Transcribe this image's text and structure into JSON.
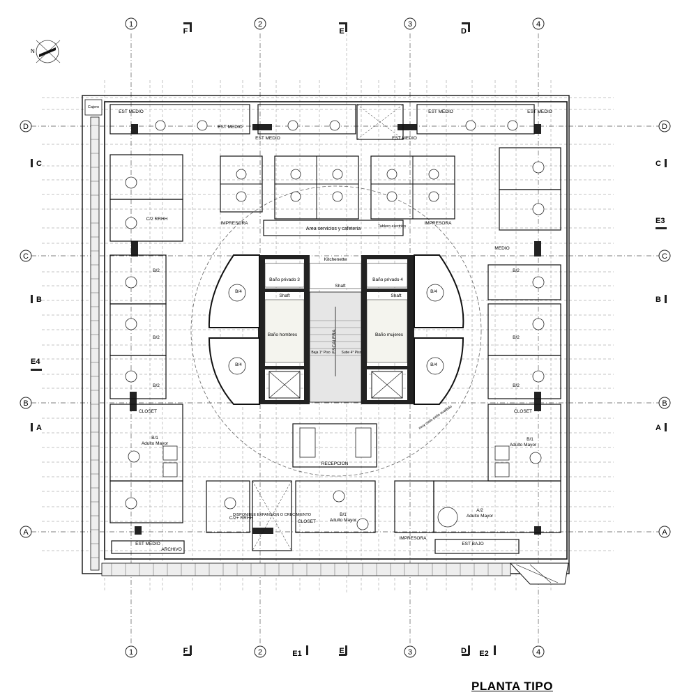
{
  "title": "PLANTA TIPO",
  "north_label": "N",
  "axes_numbers": [
    "1",
    "2",
    "3",
    "4"
  ],
  "axes_letters": [
    "D",
    "C",
    "B",
    "A"
  ],
  "sections_top": [
    "F",
    "E",
    "D"
  ],
  "sections_bottom": [
    "F",
    "E1",
    "E",
    "D",
    "E2"
  ],
  "sections_side": [
    "C",
    "B",
    "E4",
    "A",
    "E3"
  ],
  "rooms": {
    "service_area": "Area servicios y cafeteria",
    "kitchenette": "Kitchenette",
    "bath_private_3": "Baño privado 3",
    "bath_private_4": "Baño privado 4",
    "bath_men": "Baño hombres",
    "bath_women": "Baño mujeres",
    "stair": "ESCALERA",
    "shaft": "Shaft",
    "reception": "RECEPCION",
    "expansion": "DISPONIBLE EXPANSION O CRECIMIENTO",
    "archivo": "ARCHIVO",
    "closet": "CLOSET",
    "adulto_mayor": "Adulto Mayor",
    "impresora": "IMPRESORA",
    "est_medio": "EST MEDIO",
    "est_bajo": "EST BAJO",
    "medio": "MEDIO",
    "tablero": "Tablero electrico",
    "c2_rrhh": "C/2 RRHH",
    "c2_rrhh_b": "C/2+ RRHH",
    "b2": "B/2",
    "b4": "B/4",
    "b1": "B/1",
    "a2": "A/2",
    "baja": "Baja 1° Piso",
    "sube": "Sube 4° Piso",
    "cajero": "Cajero",
    "ovalado": "muy cielo cielo ovalado"
  }
}
